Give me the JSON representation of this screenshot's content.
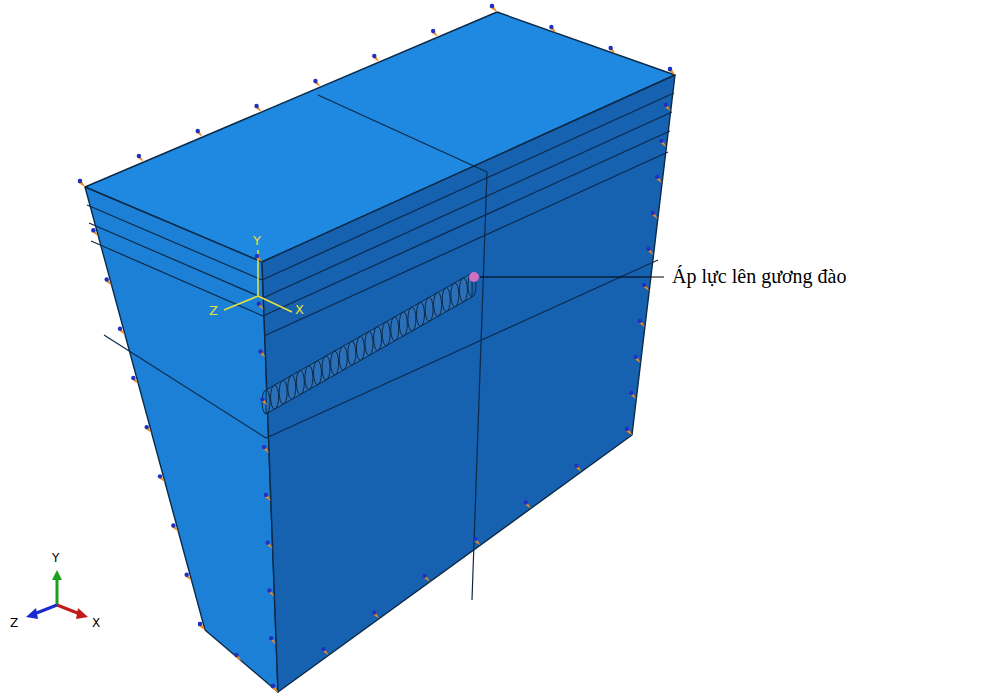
{
  "diagram": {
    "labels": [
      "Áp lực lên gương đào",
      "Y",
      "Z",
      "X",
      "Y",
      "Z",
      "X"
    ]
  }
}
